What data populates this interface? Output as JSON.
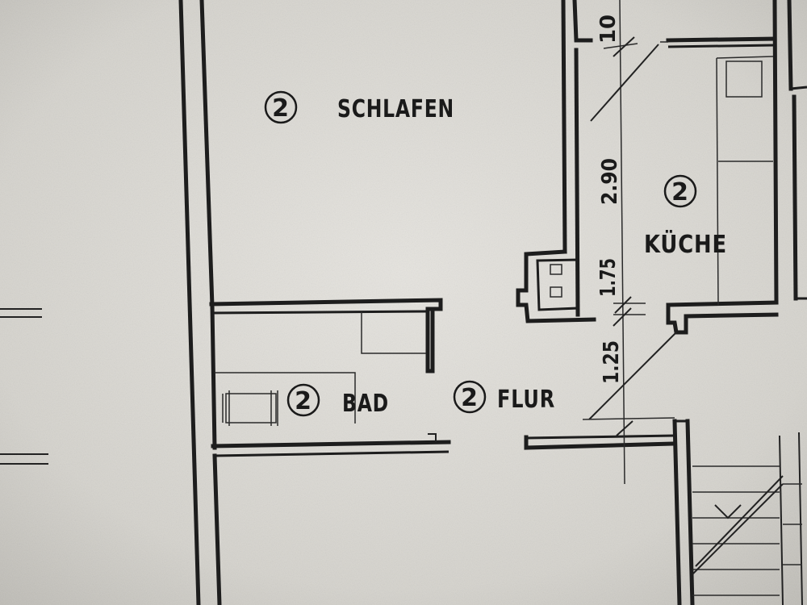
{
  "rooms": {
    "schlafen": {
      "number": "2",
      "name": "SCHLAFEN"
    },
    "kueche": {
      "number": "2",
      "name": "KÜCHE"
    },
    "bad": {
      "number": "2",
      "name": "BAD"
    },
    "flur": {
      "number": "2",
      "name": "FLUR"
    }
  },
  "dimensions": {
    "d1": "10",
    "d2": "2.90",
    "d3": "1.75",
    "d4": "1.25"
  }
}
